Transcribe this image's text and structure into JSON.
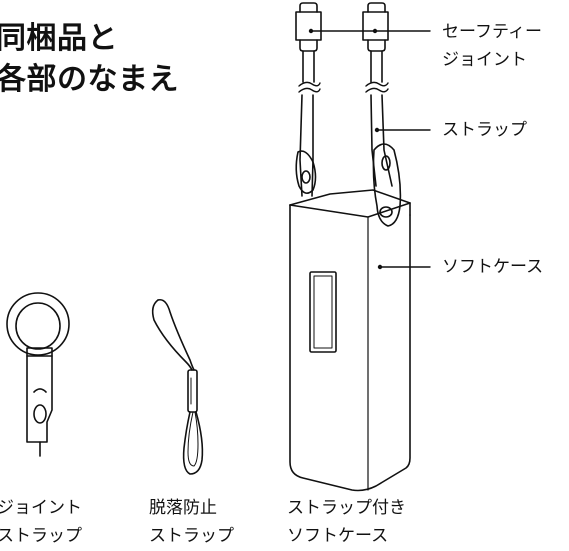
{
  "title": {
    "line1": "同梱品と",
    "line2": "各部のなまえ"
  },
  "callouts": {
    "safety_joint": [
      "セーフティー",
      "ジョイント"
    ],
    "strap": "ストラップ",
    "soft_case": "ソフトケース"
  },
  "items": {
    "joint_strap": [
      "ジョイント",
      "ストラップ"
    ],
    "anti_drop_strap": [
      "脱落防止",
      "ストラップ"
    ],
    "case_with_strap": [
      "ストラップ付き",
      "ソフトケース"
    ]
  }
}
